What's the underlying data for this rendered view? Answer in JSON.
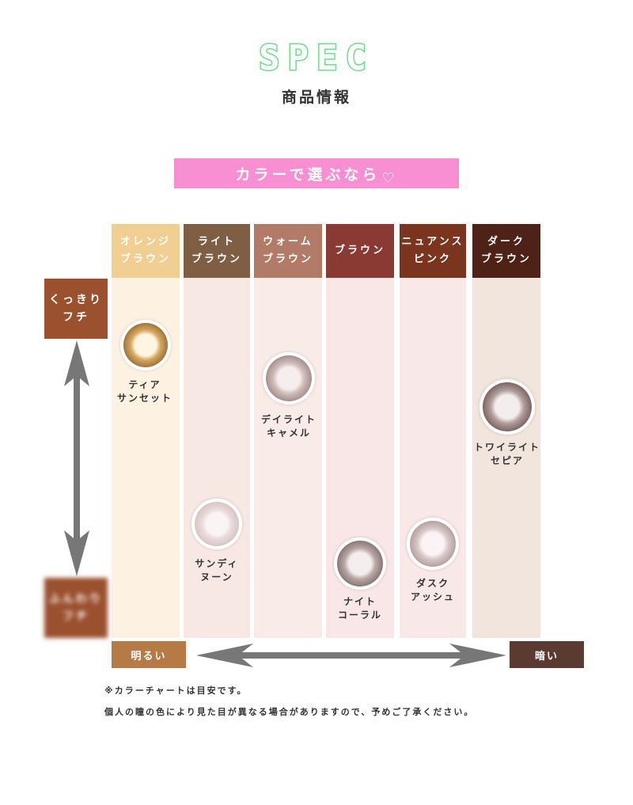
{
  "title": "SPEC",
  "subtitle": "商品情報",
  "banner": {
    "text": "カラーで選ぶなら",
    "heart": "♡"
  },
  "columns": [
    {
      "label": "オレンジ\nブラウン",
      "header_color": "#f1cf93",
      "body_color": "#fdf2e1"
    },
    {
      "label": "ライト\nブラウン",
      "header_color": "#7f5f44",
      "body_color": "#f7e8e3"
    },
    {
      "label": "ウォーム\nブラウン",
      "header_color": "#b17b68",
      "body_color": "#f9ebe7"
    },
    {
      "label": "ブラウン",
      "header_color": "#8a3a33",
      "body_color": "#f9e6e6"
    },
    {
      "label": "ニュアンス\nピンク",
      "header_color": "#7b341d",
      "body_color": "#f9e8e8"
    },
    {
      "label": "ダーク\nブラウン",
      "header_color": "#4e2216",
      "body_color": "#f1e5dd"
    }
  ],
  "axis": {
    "top_label": "くっきり\nフチ",
    "bottom_label": "ふんわり\nフチ",
    "left_label": "明るい",
    "right_label": "暗い",
    "top_color": "#9b502e",
    "bottom_color": "#9b502e",
    "left_color": "#b57a45",
    "right_color": "#5b3b31",
    "arrow_color": "#777777"
  },
  "lenses": [
    {
      "name": "ティア\nサンセット",
      "rim": "#4a3015",
      "iris": "#a0763d",
      "ring": "#d6a75d",
      "pupil": "#fff6e2"
    },
    {
      "name": "サンディ\nヌーン",
      "rim": "#b7a09e",
      "iris": "#d8c6c4",
      "ring": "#e9dada",
      "pupil": "#fbf4f4"
    },
    {
      "name": "デイライト\nキャメル",
      "rim": "#5c4545",
      "iris": "#a9918f",
      "ring": "#cdbcba",
      "pupil": "#f6eeee"
    },
    {
      "name": "ナイト\nコーラル",
      "rim": "#4f3d3b",
      "iris": "#8b7977",
      "ring": "#b7a7a4",
      "pupil": "#f5eeee"
    },
    {
      "name": "ダスク\nアッシュ",
      "rim": "#6c5757",
      "iris": "#b6a2a2",
      "ring": "#d7c7c7",
      "pupil": "#fbf3f5"
    },
    {
      "name": "トワイライト\nセピア",
      "rim": "#3f2a28",
      "iris": "#7f6765",
      "ring": "#b09e9c",
      "pupil": "#f3eded"
    }
  ],
  "notes": {
    "line1": "※カラーチャートは目安です。",
    "line2": "個人の瞳の色により見た目が異なる場合がありますので、予めご了承ください。"
  }
}
